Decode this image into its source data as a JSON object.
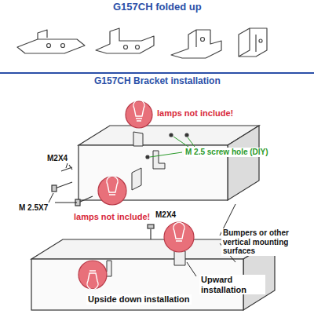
{
  "diagram": {
    "title": "G157CH folded up",
    "labels": [
      "G157CH Bracket installation",
      "lamps not include!",
      "M2X4",
      "M 2.5 screw hole (DIY)",
      "M 2.5X7",
      "lamps not include!",
      "M2X4",
      "Bumpers or other vertical mounting surfaces",
      "Upward installation",
      "Upside down installation"
    ]
  }
}
